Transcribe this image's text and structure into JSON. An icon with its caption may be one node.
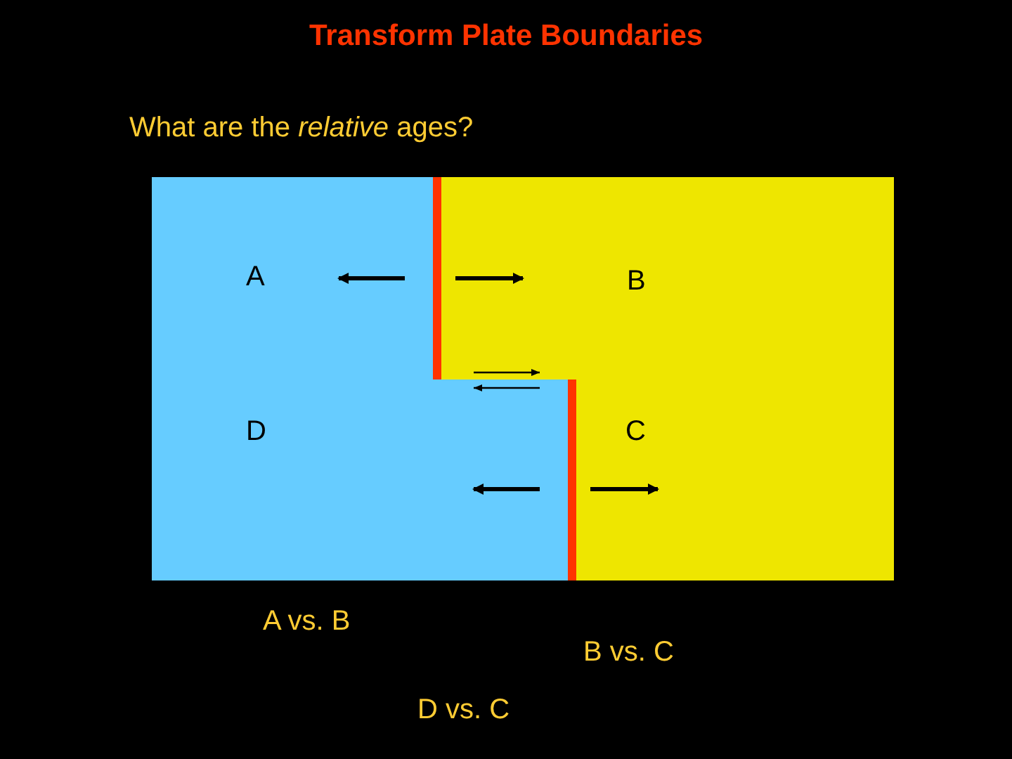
{
  "diagram": {
    "title": "Transform Plate Boundaries",
    "labels": [
      "What are the *relative* ages?",
      "A",
      "B",
      "D",
      "C",
      "A vs. B",
      "B vs. C",
      "D vs. C"
    ]
  }
}
